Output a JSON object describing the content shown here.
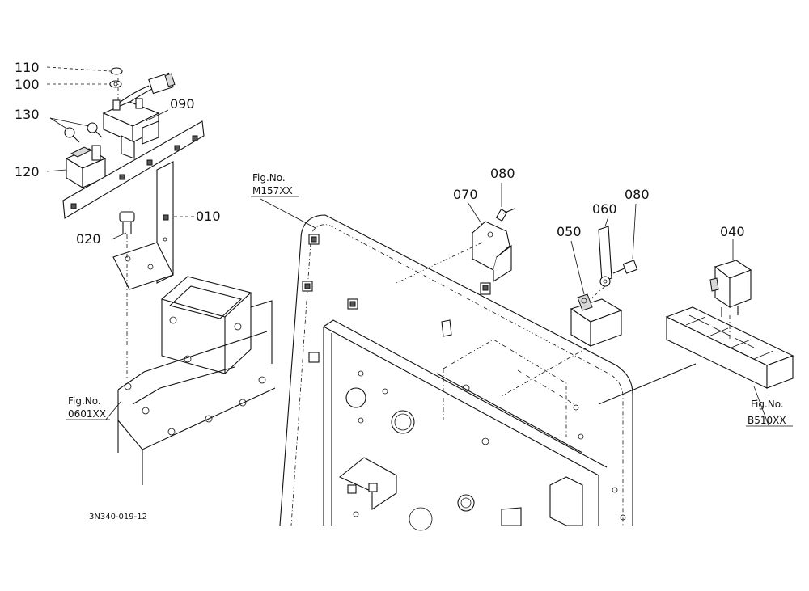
{
  "callouts": {
    "p110": "110",
    "p100": "100",
    "p130": "130",
    "p090": "090",
    "p120": "120",
    "p010": "010",
    "p020": "020",
    "p080a": "080",
    "p070": "070",
    "p060": "060",
    "p080b": "080",
    "p050": "050",
    "p040": "040"
  },
  "figure_refs": {
    "m157": {
      "label": "Fig.No.",
      "number": "M157XX"
    },
    "f0601": {
      "label": "Fig.No.",
      "number": "0601XX"
    },
    "b510": {
      "label": "Fig.No.",
      "number": "B510XX"
    }
  },
  "drawing_code": "3N340-019-12"
}
